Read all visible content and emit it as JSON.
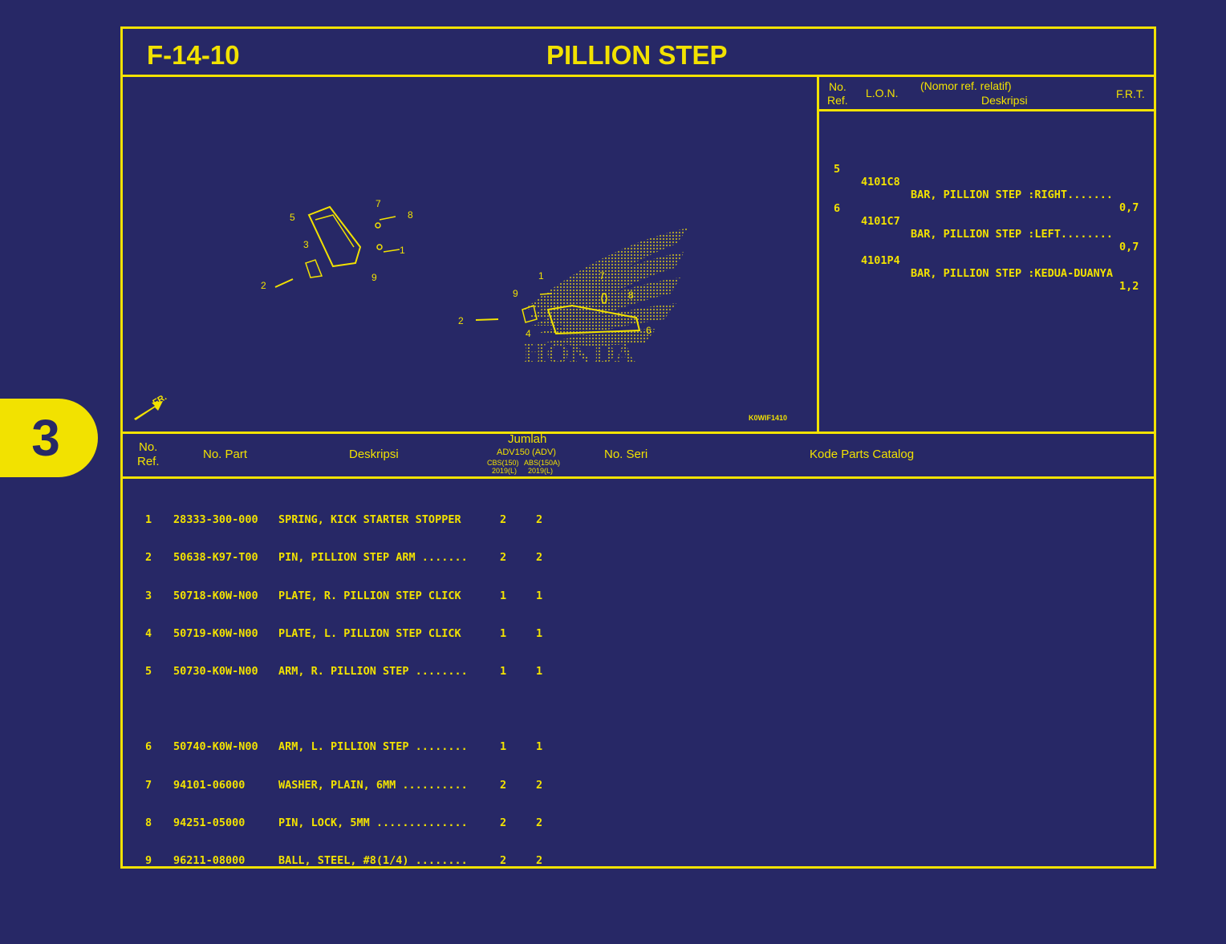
{
  "section_tab": "3",
  "figure_code": "F-14-10",
  "figure_title": "PILLION STEP",
  "diagram": {
    "figure_id": "K0WIF1410",
    "front_label": "FR.",
    "brand_watermark": "HONDA",
    "callouts_a": [
      "5",
      "7",
      "8",
      "3",
      "1",
      "9",
      "2"
    ],
    "callouts_b": [
      "1",
      "7",
      "9",
      "8",
      "2",
      "4",
      "6"
    ]
  },
  "lon_table": {
    "headers": {
      "no": "No.",
      "ref": "Ref.",
      "lon": "L.O.N.",
      "relatif": "(Nomor ref. relatif)",
      "desc": "Deskripsi",
      "frt": "F.R.T."
    },
    "rows": [
      {
        "ref": "5",
        "lon": "4101C8",
        "desc": "BAR, PILLION STEP :RIGHT.......",
        "frt": "0,7"
      },
      {
        "ref": "6",
        "lon": "4101C7",
        "desc": "BAR, PILLION STEP :LEFT........",
        "frt": "0,7"
      },
      {
        "ref": "",
        "lon": "4101P4",
        "desc": "BAR, PILLION STEP :KEDUA-DUANYA",
        "frt": "1,2"
      }
    ]
  },
  "parts_table": {
    "headers": {
      "no": "No.",
      "ref": "Ref.",
      "part": "No. Part",
      "desc": "Deskripsi",
      "jumlah": "Jumlah",
      "model": "ADV150 (ADV)",
      "col1": "CBS(150)",
      "col2": "ABS(150A)",
      "year1": "2019(L)",
      "year2": "2019(L)",
      "seri": "No. Seri",
      "catalog": "Kode Parts Catalog"
    },
    "rows": [
      {
        "ref": "1",
        "part": "28333-300-000",
        "desc": "SPRING, KICK STARTER STOPPER",
        "q1": "2",
        "q2": "2"
      },
      {
        "ref": "2",
        "part": "50638-K97-T00",
        "desc": "PIN, PILLION STEP ARM .......",
        "q1": "2",
        "q2": "2"
      },
      {
        "ref": "3",
        "part": "50718-K0W-N00",
        "desc": "PLATE, R. PILLION STEP CLICK",
        "q1": "1",
        "q2": "1"
      },
      {
        "ref": "4",
        "part": "50719-K0W-N00",
        "desc": "PLATE, L. PILLION STEP CLICK",
        "q1": "1",
        "q2": "1"
      },
      {
        "ref": "5",
        "part": "50730-K0W-N00",
        "desc": "ARM, R. PILLION STEP ........",
        "q1": "1",
        "q2": "1"
      },
      {
        "ref": "6",
        "part": "50740-K0W-N00",
        "desc": "ARM, L. PILLION STEP ........",
        "q1": "1",
        "q2": "1"
      },
      {
        "ref": "7",
        "part": "94101-06000",
        "desc": "WASHER, PLAIN, 6MM ..........",
        "q1": "2",
        "q2": "2"
      },
      {
        "ref": "8",
        "part": "94251-05000",
        "desc": "PIN, LOCK, 5MM ..............",
        "q1": "2",
        "q2": "2"
      },
      {
        "ref": "9",
        "part": "96211-08000",
        "desc": "BALL, STEEL, #8(1/4) ........",
        "q1": "2",
        "q2": "2"
      }
    ]
  },
  "colors": {
    "background": "#272866",
    "accent": "#f2e200"
  }
}
